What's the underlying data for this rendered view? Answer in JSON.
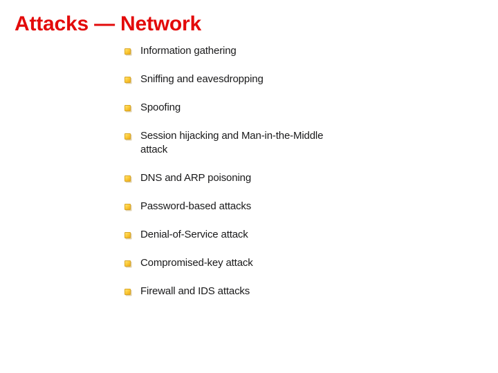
{
  "slide": {
    "title": "Attacks — Network",
    "title_color": "#e30b0b",
    "background_color": "#ffffff",
    "body_text_color": "#19191a",
    "bullet_color": "#fdcf3e",
    "bullets": [
      {
        "text": "Information gathering",
        "marker": "gold-square-bullet-icon"
      },
      {
        "text": "Sniffing and eavesdropping",
        "marker": "gold-square-bullet-icon"
      },
      {
        "text": "Spoofing",
        "marker": "gold-square-bullet-icon"
      },
      {
        "text": "Session hijacking and Man-in-the-Middle attack",
        "marker": "gold-square-bullet-icon"
      },
      {
        "text": "DNS and ARP poisoning",
        "marker": "gold-square-bullet-icon"
      },
      {
        "text": "Password-based attacks",
        "marker": "gold-square-bullet-icon"
      },
      {
        "text": "Denial-of-Service attack",
        "marker": "gold-square-bullet-icon"
      },
      {
        "text": "Compromised-key attack",
        "marker": "gold-square-bullet-icon"
      },
      {
        "text": "Firewall and IDS attacks",
        "marker": "gold-square-bullet-icon"
      }
    ]
  }
}
